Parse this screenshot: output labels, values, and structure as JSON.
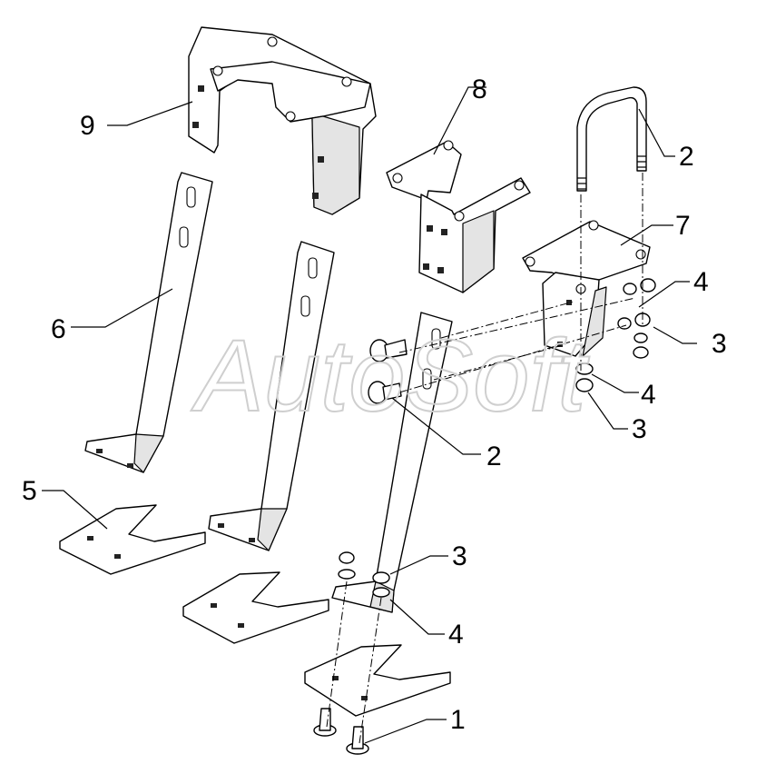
{
  "watermark": "AutoSoft",
  "callouts": {
    "c1": "1",
    "c2a": "2",
    "c2b": "2",
    "c3a": "3",
    "c3b": "3",
    "c3c": "3",
    "c4a": "4",
    "c4b": "4",
    "c4c": "4",
    "c5": "5",
    "c6": "6",
    "c7": "7",
    "c8": "8",
    "c9": "9"
  }
}
